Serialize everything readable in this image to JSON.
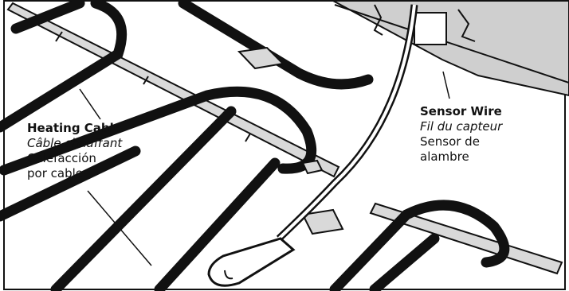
{
  "labels": {
    "heating_cable": {
      "english": "Heating Cable",
      "french": "Câble chauffant",
      "spanish_line1": "Calefacción",
      "spanish_line2": "por cable"
    },
    "sensor_wire": {
      "english": "Sensor Wire",
      "french": "Fil du capteur",
      "spanish_line1": "Sensor de",
      "spanish_line2": "alambre"
    }
  },
  "colors": {
    "cable": "#111111",
    "strip": "#d9d9d9",
    "wall": "#cfcfcf",
    "outline": "#111111"
  }
}
